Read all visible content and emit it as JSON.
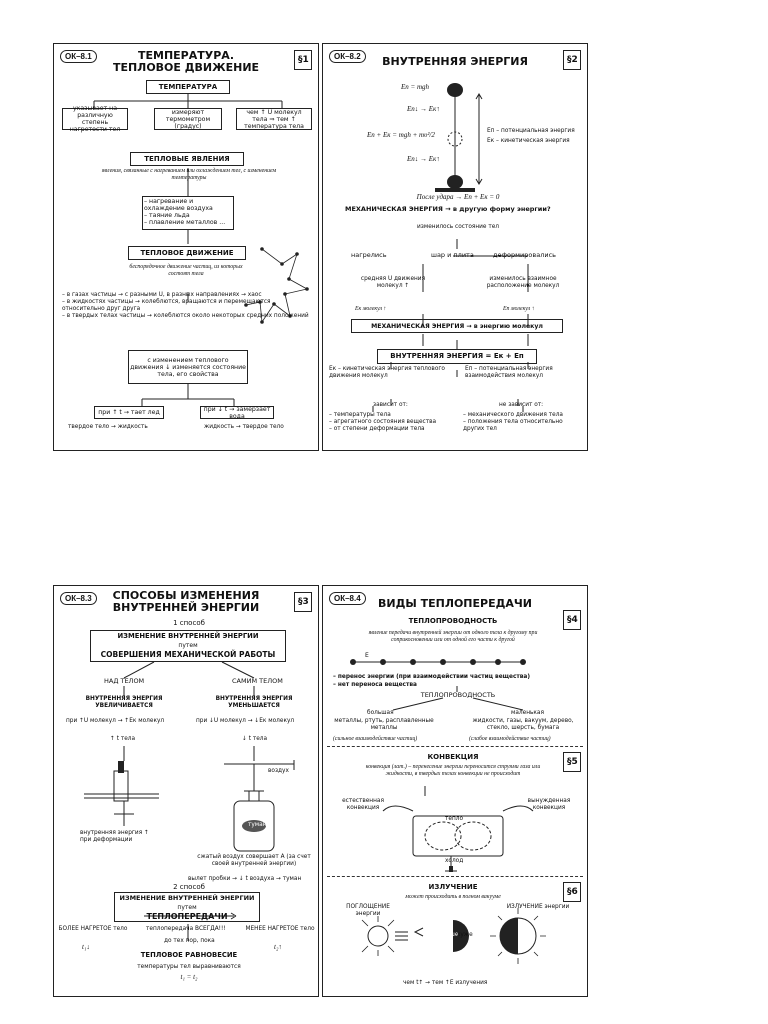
{
  "card1": {
    "tag": "ОК–8.1",
    "sec": "§1",
    "title1": "ТЕМПЕРАТУРА.",
    "title2": "ТЕПЛОВОЕ ДВИЖЕНИЕ",
    "temp_box": "ТЕМПЕРАТУРА",
    "temp_items": [
      "указывает на различную степень нагретости тел",
      "измеряют термометром (градус)",
      "чем ↑ U молекул тела ⇒ тем ↑ температура тела"
    ],
    "phen_box": "ТЕПЛОВЫЕ ЯВЛЕНИЯ",
    "phen_def": "явления, связанные с нагреванием или охлаждением тел, с изменением температуры",
    "phen_list": [
      "– нагревание и охлаждение воздуха",
      "– таяние льда",
      "– плавление металлов ..."
    ],
    "motion_box": "ТЕПЛОВОЕ ДВИЖЕНИЕ",
    "motion_def": "беспорядочное движение частиц, из которых состоят тела",
    "motion_list": [
      "– в газах частицы → с разными U, в разных направлениях → хаос",
      "– в жидкостях частицы → колеблются, вращаются и перемещаются относительно друг друга",
      "– в твердых телах частицы → колеблются около некоторых средних положений"
    ],
    "change_box": "с изменением теплового движения ↓ изменяется состояние тела, его свойства",
    "left_box": "при ↑ t → тает лед",
    "right_box": "при ↓ t → замерзает вода",
    "left_res": "твердое тело → жидкость",
    "right_res": "жидкость → твердое тело"
  },
  "card2": {
    "tag": "ОК–8.2",
    "sec": "§2",
    "title": "ВНУТРЕННЯЯ ЭНЕРГИЯ",
    "f1": "Eп = mgh",
    "f2": "Eп↓ → Eк↑",
    "f3": "Eп + Eк = mgh + mυ²/2",
    "f4": "Eп↓ → Eк↑",
    "legend1": "Eп – потенциальная энергия",
    "legend2": "Eк – кинетическая энергия",
    "after": "После удара → Eп + Eк = 0",
    "question": "МЕХАНИЧЕСКАЯ ЭНЕРГИЯ → в другую форму энергии?",
    "changed": "изменилось состояние тел",
    "heated": "нагрелись",
    "ball_plate": "шар и плита",
    "deformed": "деформировались",
    "avg_speed": "средняя U движения молекул ↑",
    "mutual": "изменилось взаимное расположение молекул",
    "ek_mol": "Eк молекул ↑",
    "ep_mol": "Eп молекул ↑",
    "mech_box": "МЕХАНИЧЕСКАЯ ЭНЕРГИЯ → в энергию молекул",
    "inner_box": "ВНУТРЕННЯЯ ЭНЕРГИЯ = Eк + Eп",
    "ek_def": "Eк – кинетическая энергия теплового движения молекул",
    "ep_def": "Eп – потенциальная энергия взаимодействия молекул",
    "depends": "зависит от:",
    "not_depends": "не зависит от:",
    "dep_list": [
      "– температуры тела",
      "– агрегатного состояния вещества",
      "– от степени деформации тела"
    ],
    "nodep_list": [
      "– механического движения тела",
      "– положения тела относительно других тел"
    ]
  },
  "card3": {
    "tag": "ОК–8.3",
    "sec": "§3",
    "title1": "СПОСОБЫ ИЗМЕНЕНИЯ",
    "title2": "ВНУТРЕННЕЙ ЭНЕРГИИ",
    "way1": "1 способ",
    "box1_a": "ИЗМЕНЕНИЕ ВНУТРЕННЕЙ ЭНЕРГИИ",
    "box1_b": "путем",
    "box1_c": "СОВЕРШЕНИЯ МЕХАНИЧЕСКОЙ РАБОТЫ",
    "over": "НАД ТЕЛОМ",
    "self": "САМИМ ТЕЛОМ",
    "inc": "ВНУТРЕННЯЯ ЭНЕРГИЯ УВЕЛИЧИВАЕТСЯ",
    "dec": "ВНУТРЕННЯЯ ЭНЕРГИЯ УМЕНЬШАЕТСЯ",
    "inc_f": "при ↑U молекул → ↑Eк молекул",
    "dec_f": "при ↓U молекул → ↓Eк молекул",
    "inc_t": "↑ t тела",
    "dec_t": "↓ t тела",
    "air": "воздух",
    "fog": "туман",
    "deform": "внутренняя энергия ↑ при деформации",
    "compressed": "сжатый воздух совершает A (за счет своей внутренней энергии)",
    "cork": "вылет пробки → ↓ t воздуха → туман",
    "way2": "2 способ",
    "box2_a": "ИЗМЕНЕНИЕ ВНУТРЕННЕЙ ЭНЕРГИИ",
    "box2_b": "путем",
    "box2_c": "ТЕПЛОПЕРЕДАЧИ",
    "more": "БОЛЕЕ НАГРЕТОЕ тело",
    "less": "МЕНЕЕ НАГРЕТОЕ тело",
    "always": "теплопередача ВСЕГДА!!!",
    "until": "до тех пор, пока",
    "t1": "t₁↓",
    "t2": "t₂↑",
    "equil": "ТЕПЛОВОЕ РАВНОВЕСИЕ",
    "equal": "температуры тел выравниваются",
    "t_eq": "t₁ = t₂"
  },
  "card4": {
    "tag": "ОК–8.4",
    "title": "ВИДЫ ТЕПЛОПЕРЕДАЧИ",
    "sec4": "§4",
    "sec5": "§5",
    "sec6": "§6",
    "cond": "ТЕПЛОПРОВОДНОСТЬ",
    "cond_def": "явление передачи внутренней энергии от одного тела к другому при соприкосновении или от одной его части к другой",
    "e_letter": "E",
    "transfer": "– перенос энергии (при взаимодействии частиц вещества)",
    "no_transfer": "– нет переноса вещества",
    "cond2": "ТЕПЛОПРОВОДНОСТЬ",
    "big": "большая",
    "small": "маленькая",
    "metals": "металлы, ртуть, расплавленные металлы",
    "liquids": "жидкости, газы, вакуум, дерево, стекло, шерсть, бумага",
    "strong": "(сильное взаимодействие частиц)",
    "weak": "(слабое взаимодействие частиц)",
    "conv": "КОНВЕКЦИЯ",
    "conv_def": "конвекция (лат.) – перенесение энергии переносится струями газа или жидкости, в твердых телах конвекции не происходит",
    "natural": "естественная конвекция",
    "forced": "вынужденная конвекция",
    "warm": "тепло",
    "cold": "холод",
    "rad": "ИЗЛУЧЕНИЕ",
    "rad_def": "может происходить в полном вакууме",
    "absorb": "ПОГЛОЩЕНИЕ энергии",
    "emit": "ИЗЛУЧЕНИЕ энергии",
    "better": "лучше",
    "worse": "хуже",
    "rule": "чем t↑ → тем ↑E излучения"
  }
}
